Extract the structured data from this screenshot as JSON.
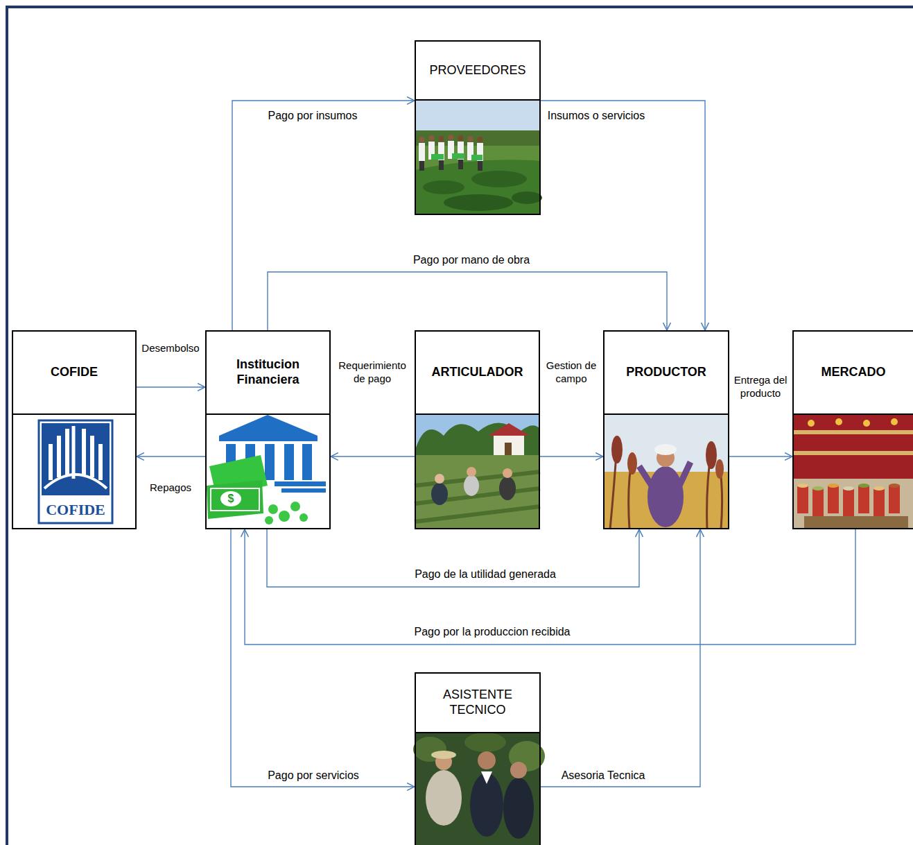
{
  "diagram": {
    "nodes": [
      {
        "text": [
          "PROVEEDORES"
        ]
      },
      {
        "text": [
          "COFIDE"
        ]
      },
      {
        "text": [
          "Institucion Financiera"
        ]
      },
      {
        "text": [
          "ARTICULADOR"
        ]
      },
      {
        "text": [
          "PRODUCTOR"
        ]
      },
      {
        "text": [
          "MERCADO"
        ]
      },
      {
        "text": [
          "ASISTENTE TECNICO"
        ]
      }
    ],
    "edges": [
      {
        "from": 1,
        "to": 2,
        "label": "Desembolso",
        "arrow": "to"
      },
      {
        "from": 2,
        "to": 1,
        "label": "Repagos",
        "arrow": "to"
      },
      {
        "from": 2,
        "to": 0,
        "label": "Pago por insumos",
        "arrow": "to"
      },
      {
        "from": 0,
        "to": 4,
        "label": "Insumos o servicios",
        "arrow": "to"
      },
      {
        "from": 2,
        "to": 4,
        "label": "Pago por mano de obra",
        "arrow": "to"
      },
      {
        "from": 3,
        "to": 2,
        "label": "Requerimiento de pago",
        "arrow": "to"
      },
      {
        "from": 3,
        "to": 4,
        "label": "Gestion de campo",
        "arrow": "to"
      },
      {
        "from": 4,
        "to": 5,
        "label": "Entrega del producto",
        "arrow": "to"
      },
      {
        "from": 2,
        "to": 4,
        "label": "Pago de la utilidad generada",
        "arrow": "to"
      },
      {
        "from": 5,
        "to": 2,
        "label": "Pago por la produccion recibida",
        "arrow": "to"
      },
      {
        "from": 2,
        "to": 6,
        "label": "Pago por servicios",
        "arrow": "to"
      },
      {
        "from": 6,
        "to": 4,
        "label": "Asesoria Tecnica",
        "arrow": "to"
      }
    ],
    "labels": [
      "COFIDE",
      "$"
    ]
  }
}
